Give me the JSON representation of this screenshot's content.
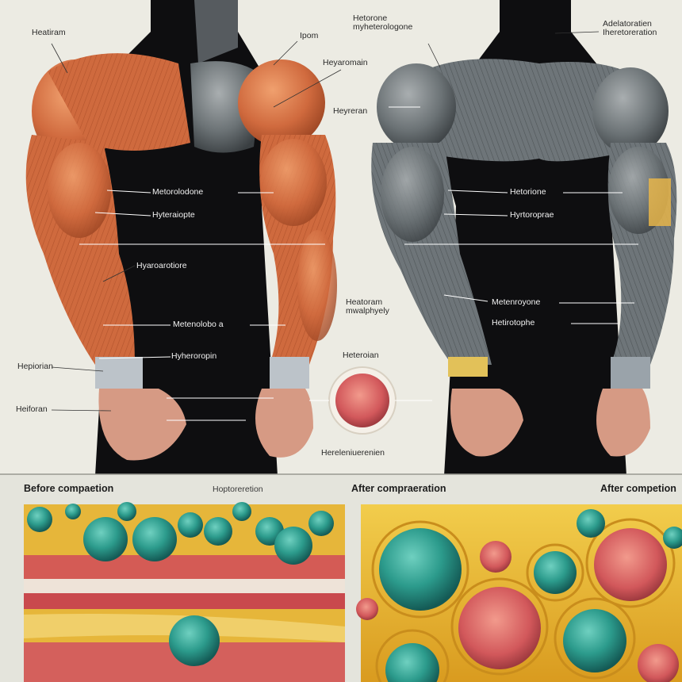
{
  "top_labels": {
    "left_arm_1": "Heatiram",
    "left_shoulder": "Ipom",
    "left_deltoid": "Heyaromain",
    "center_top": "Hetorone\nmyheterologone",
    "right_top": "Adelatoratien\nIheretoreration",
    "right_pec": "Heyreran",
    "left_biceps": "Metorolodone",
    "left_forearm_a": "Hyteraiopte",
    "left_forearm_b": "Hyaroarotiore",
    "left_forearm_c": "Metenolobo a",
    "left_wrist": "Hyheroropin",
    "left_hand_a": "Hepiorian",
    "left_hand_b": "Heiforan",
    "right_biceps": "Hetorione",
    "right_forearm_a": "Hyrtoroprae",
    "right_mid_a": "Heatoram\nmwalphyely",
    "right_forearm_b": "Metenroyone",
    "right_forearm_c": "Hetirotophe",
    "circle_label": "Heteroian",
    "circle_caption": "Hereleniuerenien"
  },
  "bottom_labels": {
    "before": "Before compaetion",
    "before_sub": "Hoptoreretion",
    "after1": "After compraeration",
    "after2": "After competion"
  },
  "colors": {
    "background": "#ecebe3",
    "muscle_red": "#d4734a",
    "muscle_gray": "#6d7478",
    "body_black": "#0e0e10",
    "cell_teal": "#2e9c8e",
    "fat_yellow": "#e9b92c",
    "tissue_pink": "#d9686a"
  }
}
